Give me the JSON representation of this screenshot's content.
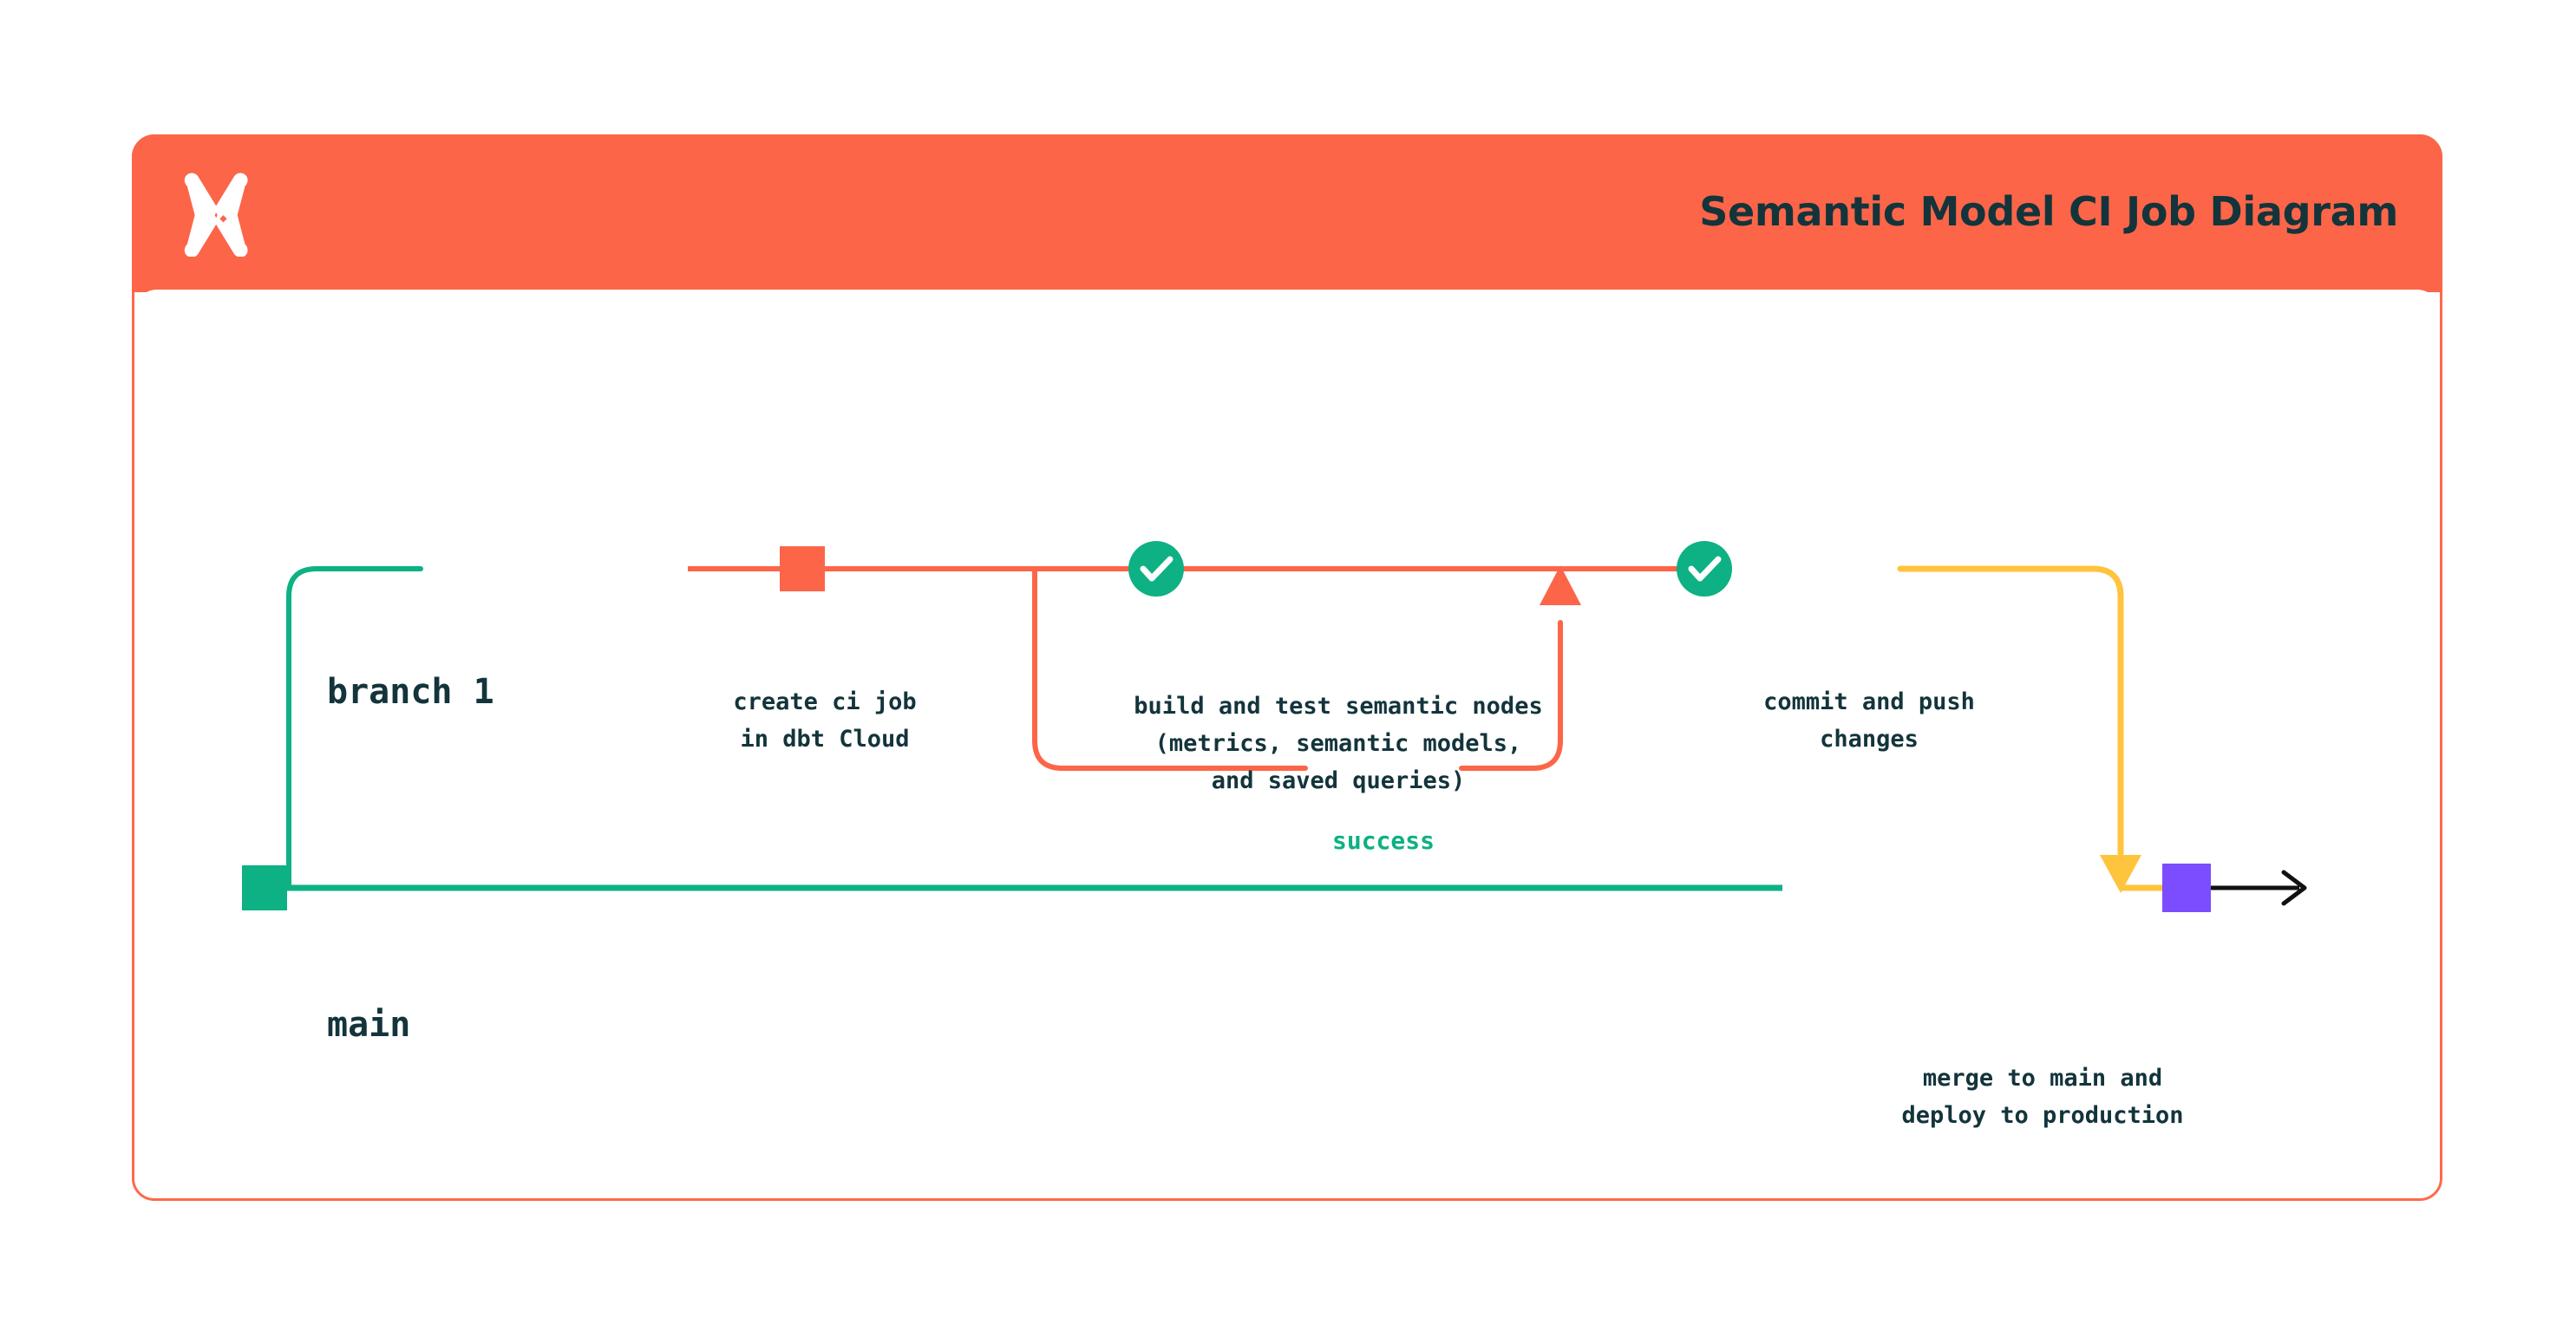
{
  "header": {
    "title": "Semantic Model CI Job Diagram",
    "logo_icon": "dbt-x-logo-icon",
    "background_color": "#FC6548",
    "title_color": "#13343B"
  },
  "card": {
    "border_color": "#FF694A",
    "background_color": "#FFFFFF"
  },
  "lanes": [
    {
      "name": "branch-1",
      "label": "branch 1",
      "line_color_start": "#0DB183",
      "line_color_end": "#FF694A"
    },
    {
      "name": "main",
      "label": "main",
      "line_color": "#0DB183"
    }
  ],
  "nodes": [
    {
      "name": "create-ci-job",
      "shape": "square",
      "color": "#FC6548",
      "caption": "create ci job\nin dbt Cloud"
    },
    {
      "name": "build-and-test",
      "shape": "check-circle",
      "color": "#0DB183",
      "icon": "check-icon",
      "caption": "build and test semantic nodes\n(metrics, semantic models,\nand saved queries)"
    },
    {
      "name": "commit-and-push",
      "shape": "check-circle",
      "color": "#0DB183",
      "icon": "check-icon",
      "caption": "commit and push\nchanges"
    },
    {
      "name": "merge-to-main",
      "shape": "square",
      "color": "#7C4DFF",
      "caption": "merge to main and\ndeploy to production"
    }
  ],
  "edges": [
    {
      "name": "success-loop",
      "label": "success",
      "color": "#FC6548",
      "label_color": "#0DB183",
      "direction": "loop-back-up"
    },
    {
      "name": "merge-edge",
      "color": "#FFC43D",
      "direction": "down-into-main"
    },
    {
      "name": "main-continue",
      "color": "#111111",
      "direction": "right"
    }
  ],
  "colors": {
    "orange": "#FC6548",
    "orange_border": "#FF694A",
    "green": "#0DB183",
    "yellow": "#FFC43D",
    "purple": "#7C4DFF",
    "dark_teal": "#13343B",
    "black": "#111111"
  }
}
